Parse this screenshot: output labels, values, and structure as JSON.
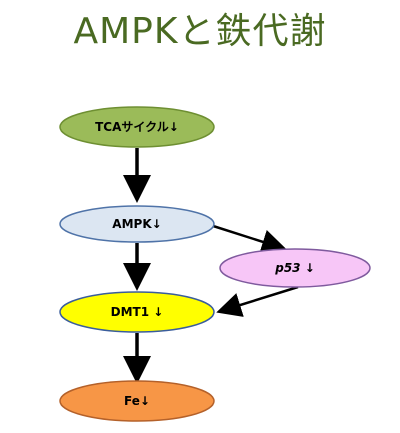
{
  "title": "AMPKと鉄代謝",
  "colors": {
    "title": "#4a6a22",
    "tca_fill": "#9bbb59",
    "tca_stroke": "#6e8f32",
    "ampk_fill": "#dce6f2",
    "ampk_stroke": "#4f73a8",
    "p53_fill": "#f7c6f7",
    "p53_stroke": "#7f5a9e",
    "dmt1_fill": "#ffff00",
    "dmt1_stroke": "#3a5d9c",
    "fe_fill": "#f79646",
    "fe_stroke": "#b4612a",
    "arrow": "#000000"
  },
  "nodes": {
    "tca": {
      "label": "TCAサイクル↓"
    },
    "ampk": {
      "label": "AMPK↓"
    },
    "p53": {
      "label": "p53 ↓"
    },
    "dmt1": {
      "label": "DMT1 ↓"
    },
    "fe": {
      "label": "Fe↓"
    }
  }
}
